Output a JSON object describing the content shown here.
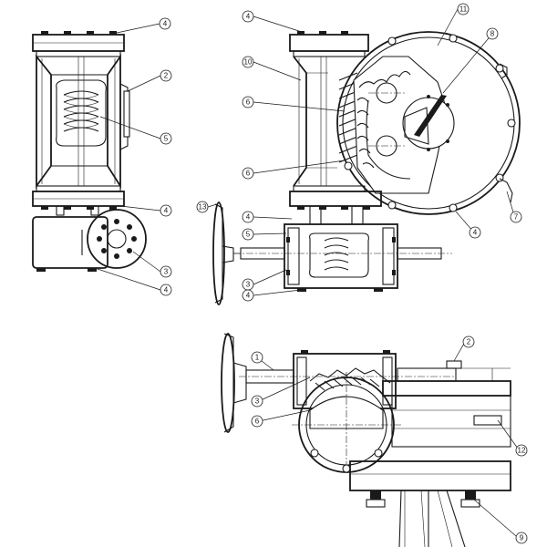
{
  "callouts": [
    {
      "id": "c1",
      "label": "4"
    },
    {
      "id": "c2",
      "label": "2"
    },
    {
      "id": "c3",
      "label": "5"
    },
    {
      "id": "c4",
      "label": "4"
    },
    {
      "id": "c5",
      "label": "3"
    },
    {
      "id": "c6",
      "label": "4"
    },
    {
      "id": "c7",
      "label": "4"
    },
    {
      "id": "c8",
      "label": "10"
    },
    {
      "id": "c9",
      "label": "6"
    },
    {
      "id": "c10",
      "label": "6"
    },
    {
      "id": "c11",
      "label": "11"
    },
    {
      "id": "c12",
      "label": "8"
    },
    {
      "id": "c13",
      "label": "7"
    },
    {
      "id": "c14",
      "label": "4"
    },
    {
      "id": "c15",
      "label": "13"
    },
    {
      "id": "c16",
      "label": "4"
    },
    {
      "id": "c17",
      "label": "5"
    },
    {
      "id": "c18",
      "label": "3"
    },
    {
      "id": "c19",
      "label": "4"
    },
    {
      "id": "c20",
      "label": "1"
    },
    {
      "id": "c21",
      "label": "3"
    },
    {
      "id": "c22",
      "label": "6"
    },
    {
      "id": "c23",
      "label": "2"
    },
    {
      "id": "c24",
      "label": "12"
    },
    {
      "id": "c25",
      "label": "9"
    }
  ]
}
